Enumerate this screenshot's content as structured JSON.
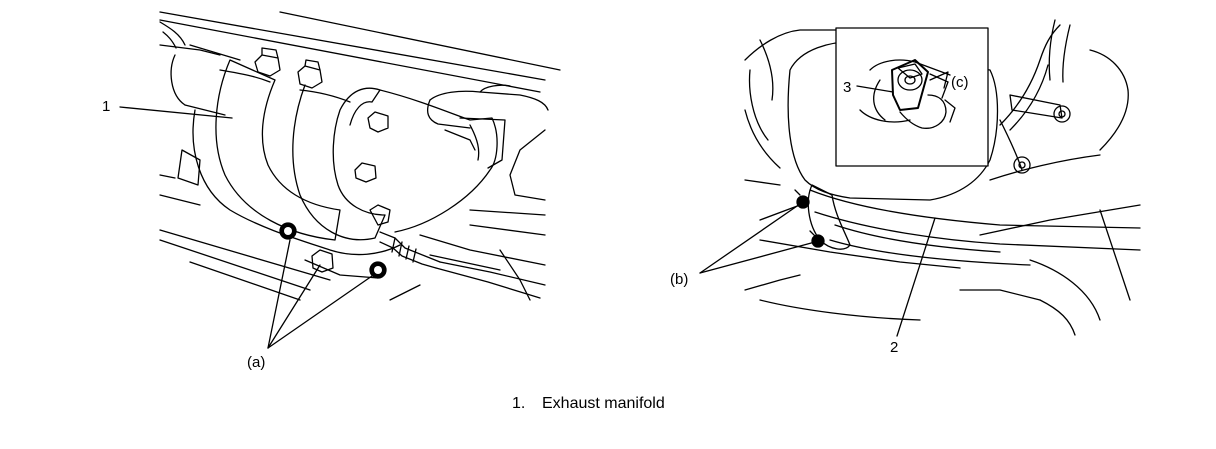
{
  "diagram": {
    "left_figure": {
      "callouts": {
        "part_1": "1",
        "fasteners_a": "(a)"
      }
    },
    "right_figure": {
      "callouts": {
        "part_2": "2",
        "part_3": "3",
        "fasteners_b": "(b)",
        "fastener_c": "(c)"
      }
    }
  },
  "caption": {
    "number": "1.",
    "text": "Exhaust manifold"
  },
  "colors": {
    "line": "#000000",
    "background": "#ffffff"
  }
}
